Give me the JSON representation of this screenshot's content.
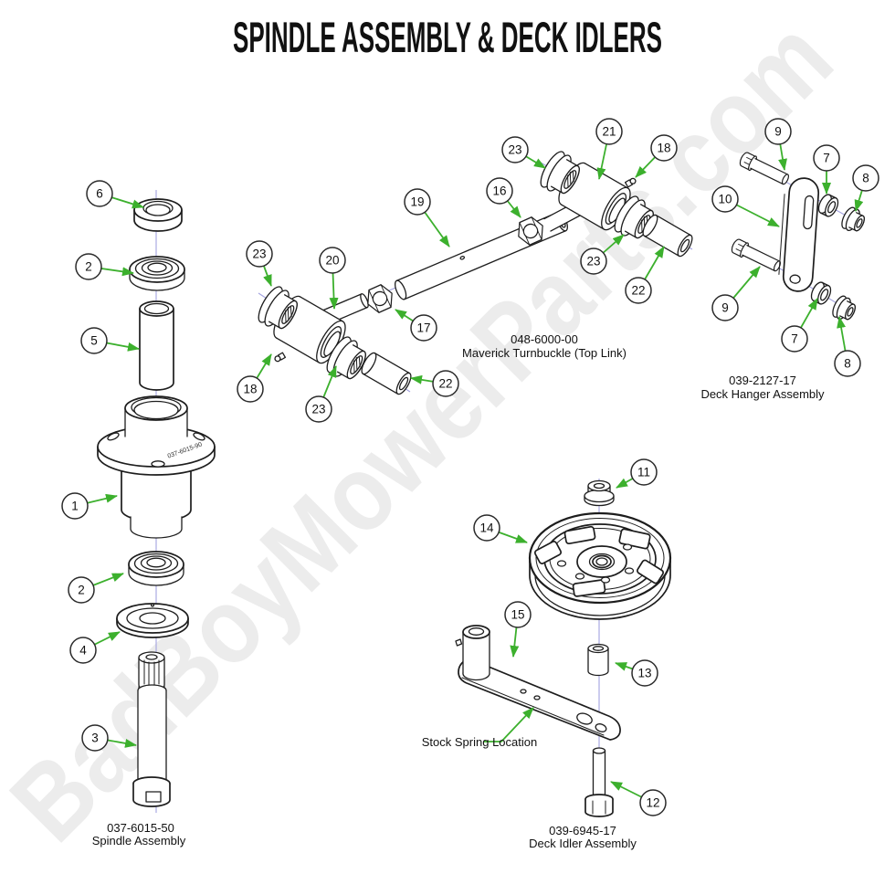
{
  "title": "SPINDLE ASSEMBLY & DECK IDLERS",
  "watermark": "BadBoyMowerParts.com",
  "assemblies": {
    "spindle": {
      "part_number": "037-6015-50",
      "name": "Spindle Assembly",
      "flange_engraving": "037-6015-90"
    },
    "turnbuckle": {
      "part_number": "048-6000-00",
      "name": "Maverick Turnbuckle (Top Link)"
    },
    "deck_hanger": {
      "part_number": "039-2127-17",
      "name": "Deck Hanger Assembly"
    },
    "deck_idler": {
      "part_number": "039-6945-17",
      "name": "Deck Idler Assembly",
      "annotation": "Stock Spring Location"
    }
  },
  "callouts": [
    {
      "num": "6"
    },
    {
      "num": "2"
    },
    {
      "num": "5"
    },
    {
      "num": "1"
    },
    {
      "num": "2"
    },
    {
      "num": "4"
    },
    {
      "num": "3"
    },
    {
      "num": "23"
    },
    {
      "num": "21"
    },
    {
      "num": "18"
    },
    {
      "num": "16"
    },
    {
      "num": "19"
    },
    {
      "num": "23"
    },
    {
      "num": "22"
    },
    {
      "num": "23"
    },
    {
      "num": "20"
    },
    {
      "num": "17"
    },
    {
      "num": "18"
    },
    {
      "num": "23"
    },
    {
      "num": "22"
    },
    {
      "num": "9"
    },
    {
      "num": "7"
    },
    {
      "num": "8"
    },
    {
      "num": "10"
    },
    {
      "num": "9"
    },
    {
      "num": "7"
    },
    {
      "num": "8"
    },
    {
      "num": "11"
    },
    {
      "num": "14"
    },
    {
      "num": "15"
    },
    {
      "num": "13"
    },
    {
      "num": "12"
    }
  ],
  "colors": {
    "arrow_green": "#3cb02d",
    "line_art": "#1d1d1d",
    "centerline": "#a3a3e0",
    "watermark": "#ececec",
    "background": "#ffffff",
    "text": "#111111"
  }
}
